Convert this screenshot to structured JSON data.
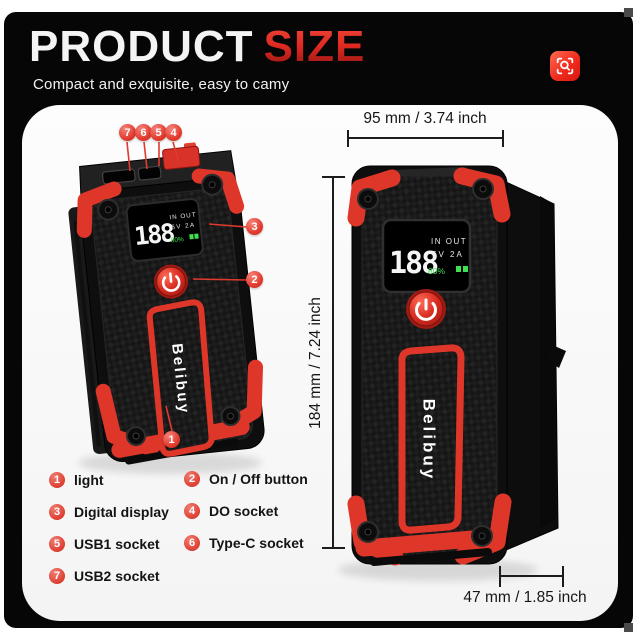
{
  "header": {
    "title_primary": "PRODUCT",
    "title_accent": "SIZE",
    "subtitle": "Compact and exquisite, easy to camy"
  },
  "scan_button": {
    "icon": "image-search-icon"
  },
  "card": {
    "dimensions": {
      "width_label": "95 mm / 3.74 inch",
      "height_label": "184 mm / 7.24 inch",
      "depth_label": "47 mm / 1.85 inch"
    },
    "device": {
      "brand": "Belibuy",
      "display": {
        "value": "188",
        "io_row": "IN OUT",
        "power_row": "5V 2A",
        "battery": "80%"
      }
    },
    "callouts": {
      "n1": "1",
      "n2": "2",
      "n3": "3",
      "n4": "4",
      "n5": "5",
      "n6": "6",
      "n7": "7"
    },
    "legend": {
      "items": [
        {
          "number": "1",
          "label": "light"
        },
        {
          "number": "2",
          "label": "On / Off button"
        },
        {
          "number": "3",
          "label": "Digital display"
        },
        {
          "number": "4",
          "label": "DO socket"
        },
        {
          "number": "5",
          "label": "USB1 socket"
        },
        {
          "number": "6",
          "label": "Type-C socket"
        },
        {
          "number": "7",
          "label": "USB2 socket"
        }
      ]
    }
  },
  "colors": {
    "accent_red": "#df362a",
    "display_green": "#3fe052",
    "background": "#060606",
    "card_background": "#f9f9f9"
  }
}
